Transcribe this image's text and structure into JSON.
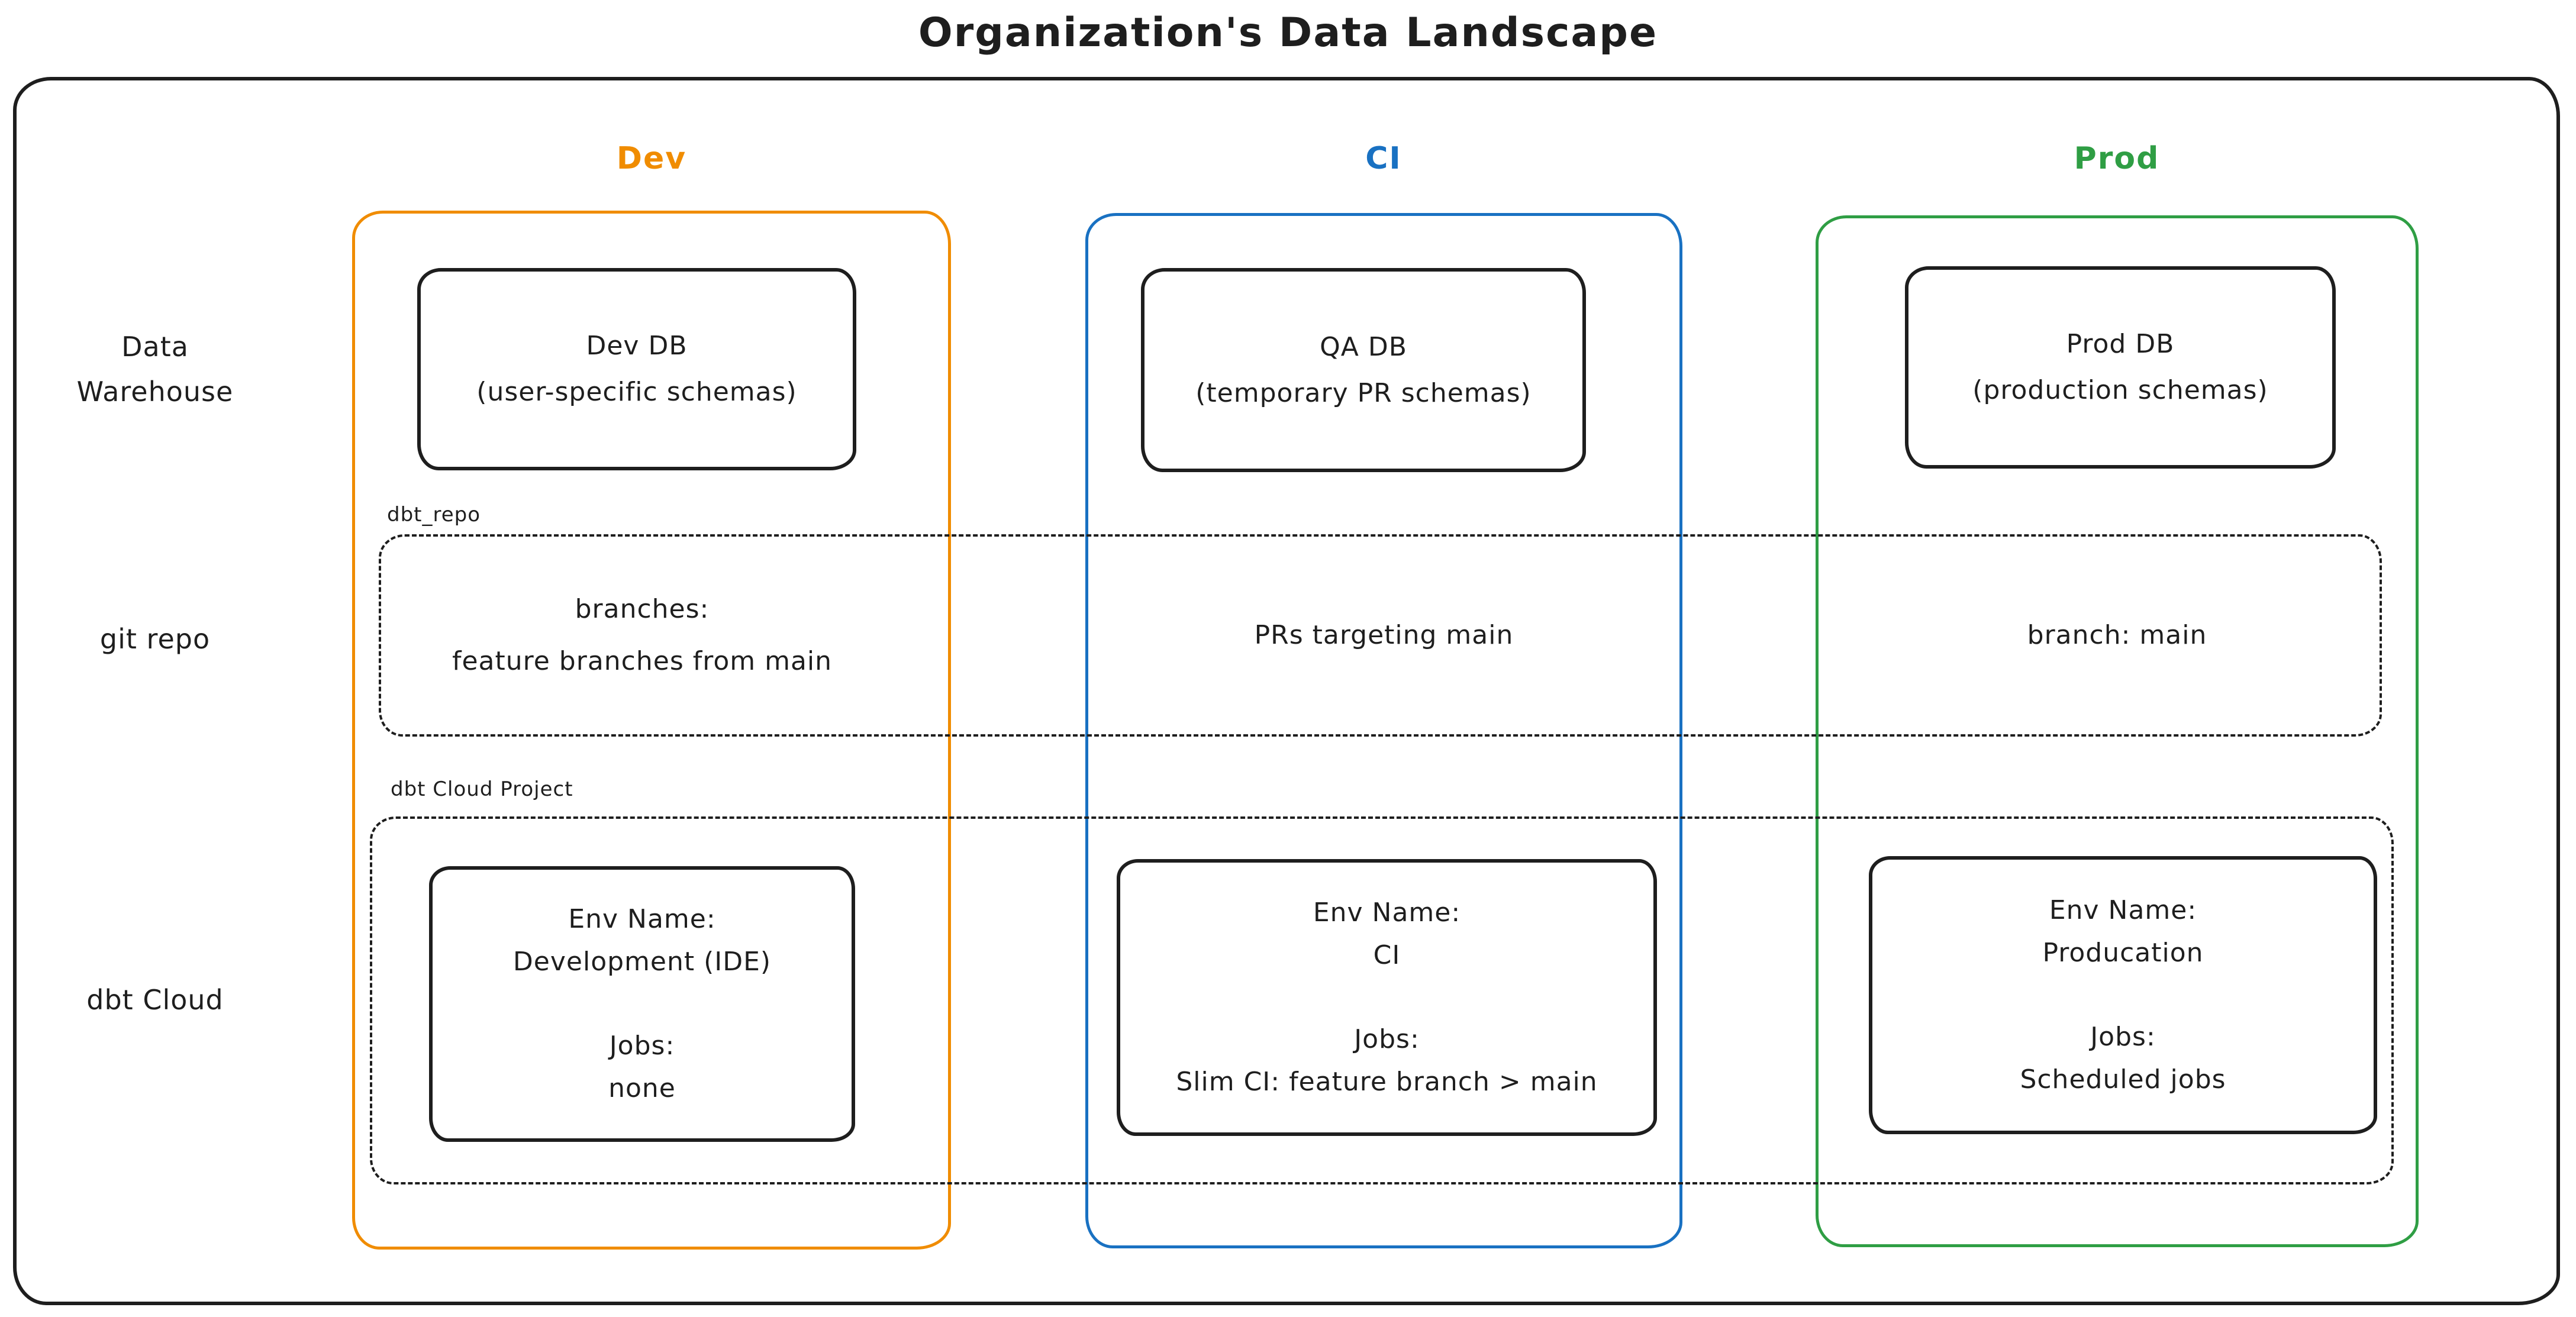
{
  "title": "Organization's Data Landscape",
  "colors": {
    "dev": "#f08c00",
    "ci": "#1971c2",
    "prod": "#2f9e44",
    "ink": "#1e1e1e",
    "bg": "#ffffff"
  },
  "row_labels": [
    {
      "id": "data-warehouse",
      "lines": [
        "Data",
        "Warehouse"
      ]
    },
    {
      "id": "git-repo",
      "lines": [
        "git repo"
      ]
    },
    {
      "id": "dbt-cloud",
      "lines": [
        "dbt Cloud"
      ]
    }
  ],
  "group_labels": {
    "git_repo_group": "dbt_repo",
    "dbt_cloud_group": "dbt Cloud Project"
  },
  "columns": [
    {
      "header": "Dev",
      "db_box": {
        "lines": [
          "Dev DB",
          "(user-specific schemas)"
        ]
      },
      "git_text": {
        "lines": [
          "branches:",
          "feature branches from main"
        ]
      },
      "env_box": {
        "env_label": "Env Name:",
        "env_value": "Development (IDE)",
        "jobs_label": "Jobs:",
        "jobs_value": "none"
      }
    },
    {
      "header": "CI",
      "db_box": {
        "lines": [
          "QA DB",
          "(temporary PR schemas)"
        ]
      },
      "git_text": {
        "lines": [
          "PRs targeting main"
        ]
      },
      "env_box": {
        "env_label": "Env Name:",
        "env_value": "CI",
        "jobs_label": "Jobs:",
        "jobs_value": "Slim CI: feature branch > main"
      }
    },
    {
      "header": "Prod",
      "db_box": {
        "lines": [
          "Prod DB",
          "(production schemas)"
        ]
      },
      "git_text": {
        "lines": [
          "branch: main"
        ]
      },
      "env_box": {
        "env_label": "Env Name:",
        "env_value": "Producation",
        "jobs_label": "Jobs:",
        "jobs_value": "Scheduled jobs"
      }
    }
  ]
}
